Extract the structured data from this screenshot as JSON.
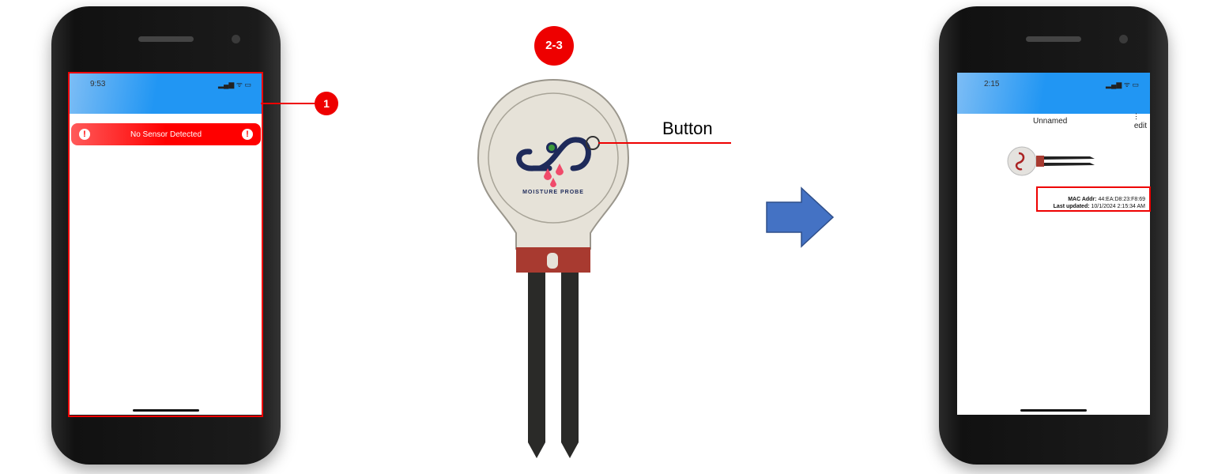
{
  "left_phone": {
    "time": "9:53",
    "status_icons": "▂▄▆ ᯤ ▭",
    "alert_text": "No Sensor Detected",
    "alert_icon": "!"
  },
  "callout_1": "1",
  "probe": {
    "badge": "2-3",
    "logo_text": "MOISTURE PROBE",
    "button_label": "Button"
  },
  "right_phone": {
    "time": "2:15",
    "status_icons": "▂▄▆ ᯤ ▭",
    "device_name": "Unnamed",
    "menu_icon": "⋮",
    "edit_label": "edit",
    "mac_label": "MAC Addr:",
    "mac_value": "44:EA:D8:23:F8:69",
    "updated_label": "Last updated:",
    "updated_value": "10/1/2024 2:15:34 AM"
  },
  "colors": {
    "accent_red": "#e00000",
    "app_blue": "#2196f3",
    "arrow_blue": "#4472c4"
  }
}
